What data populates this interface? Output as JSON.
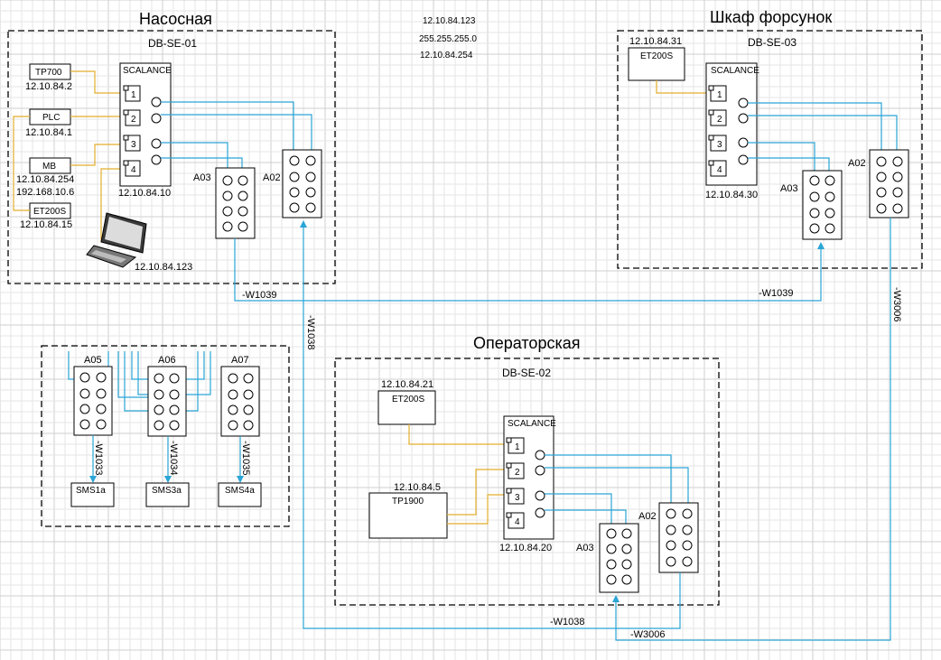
{
  "colors": {
    "ethernet": "#2aa5d6",
    "serial": "#e3ad2c",
    "outline": "#000000",
    "grid": "#e6e6e6"
  },
  "network": {
    "ip": "12.10.84.123",
    "mask": "255.255.255.0",
    "gateway": "12.10.84.254"
  },
  "rooms": {
    "nasosnaya": {
      "title": "Насосная",
      "cabinet": "DB-SE-01",
      "tp700": {
        "label": "TP700",
        "ip": "12.10.84.2"
      },
      "plc": {
        "label": "PLC",
        "ip": "12.10.84.1"
      },
      "mb": {
        "label": "MB",
        "ip1": "12.10.84.254",
        "ip2": "192.168.10.6"
      },
      "et200s": {
        "label": "ET200S",
        "ip": "12.10.84.15"
      },
      "switch": {
        "label": "SCALANCE",
        "ip": "12.10.84.10",
        "ports": [
          "1",
          "2",
          "3",
          "4"
        ]
      },
      "a03": "A03",
      "a02": "A02",
      "laptop": {
        "icon": "laptop-icon",
        "ip": "12.10.84.123"
      }
    },
    "forsunki": {
      "title": "Шкаф форсунок",
      "cabinet": "DB-SE-03",
      "et200s": {
        "label": "ET200S",
        "ip": "12.10.84.31"
      },
      "switch": {
        "label": "SCALANCE",
        "ip": "12.10.84.30",
        "ports": [
          "1",
          "2",
          "3",
          "4"
        ]
      },
      "a03": "A03",
      "a02": "A02"
    },
    "operatorskaya": {
      "title": "Операторская",
      "cabinet": "DB-SE-02",
      "et200s": {
        "label": "ET200S",
        "ip": "12.10.84.21"
      },
      "tp1900": {
        "label": "TP1900",
        "ip": "12.10.84.5"
      },
      "switch": {
        "label": "SCALANCE",
        "ip": "12.10.84.20",
        "ports": [
          "1",
          "2",
          "3",
          "4"
        ]
      },
      "a03": "A03",
      "a02": "A02"
    },
    "panels": {
      "a05": "A05",
      "a06": "A06",
      "a07": "A07",
      "sms1a": "SMS1a",
      "sms3a": "SMS3a",
      "sms4a": "SMS4a"
    }
  },
  "cables": {
    "w1039": "-W1039",
    "w1039b": "-W1039",
    "w1038": "-W1038",
    "w1038b": "-W1038",
    "w3006": "-W3006",
    "w3006b": "-W3006",
    "w1033": "-W1033",
    "w1034": "-W1034",
    "w1035": "-W1035"
  }
}
